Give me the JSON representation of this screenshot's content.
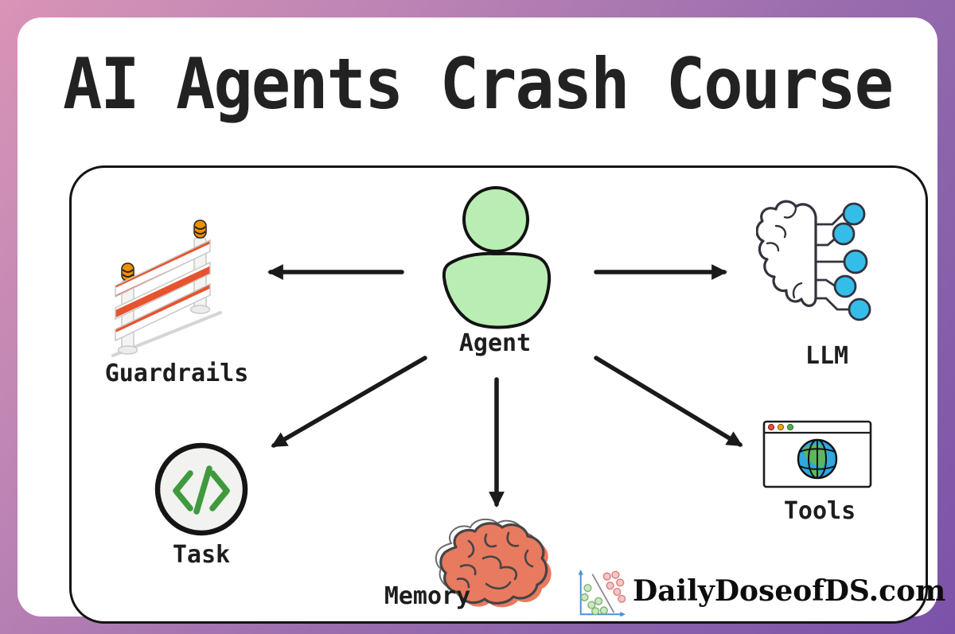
{
  "title": "AI Agents Crash Course",
  "brand": {
    "name": "DailyDoseofDS.com"
  },
  "diagram": {
    "agent": {
      "label": "Agent",
      "icon": "person-icon",
      "color": "#b9edb4"
    },
    "nodes": [
      {
        "id": "guardrails",
        "label": "Guardrails",
        "icon": "construction-barrier-icon",
        "stripe_color": "#e8532f",
        "lamp_color": "#f09000"
      },
      {
        "id": "llm",
        "label": "LLM",
        "icon": "brain-circuit-icon",
        "node_color": "#35bdea"
      },
      {
        "id": "task",
        "label": "Task",
        "icon": "code-circle-icon",
        "code_color": "#3f9a3d"
      },
      {
        "id": "memory",
        "label": "Memory",
        "icon": "brain-icon",
        "brain_color": "#e87a60"
      },
      {
        "id": "tools",
        "label": "Tools",
        "icon": "browser-globe-icon",
        "globe_color": "#2fa7e0",
        "land_color": "#5cb85c"
      }
    ],
    "connections": [
      {
        "from": "Agent",
        "to": "Guardrails"
      },
      {
        "from": "Agent",
        "to": "LLM"
      },
      {
        "from": "Agent",
        "to": "Task"
      },
      {
        "from": "Agent",
        "to": "Memory"
      },
      {
        "from": "Agent",
        "to": "Tools"
      }
    ]
  },
  "logo": {
    "icon": "scatter-plot-logo-icon",
    "axis_color": "#4a90d9",
    "dot_green": "#cde6c5",
    "dot_red": "#f6c6c6"
  },
  "colors": {
    "frame_gradient_start": "#d994b6",
    "frame_gradient_end": "#7b52a9",
    "arrow": "#1a1a1a"
  }
}
